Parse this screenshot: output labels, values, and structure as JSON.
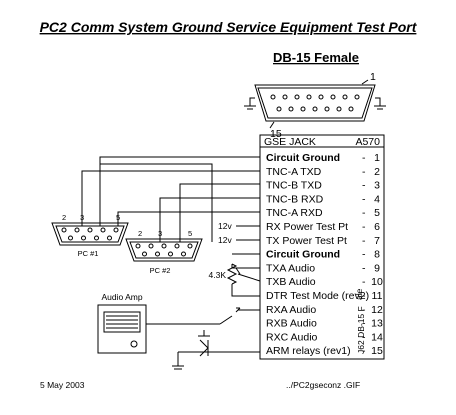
{
  "title": "PC2 Comm System Ground Service Equipment Test Port",
  "connector": {
    "label": "DB-15 Female",
    "pin_first": "1",
    "pin_last": "15"
  },
  "jack": {
    "name": "GSE JACK",
    "ref": "A570",
    "vertical_label": "J62 DB-15 F",
    "side_label": "ale",
    "pins": [
      {
        "label": "Circuit Ground",
        "num": "1",
        "bold": true
      },
      {
        "label": "TNC-A TXD",
        "num": "2",
        "bold": false
      },
      {
        "label": "TNC-B TXD",
        "num": "3",
        "bold": false
      },
      {
        "label": "TNC-B RXD",
        "num": "4",
        "bold": false
      },
      {
        "label": "TNC-A RXD",
        "num": "5",
        "bold": false
      },
      {
        "label": "RX Power Test Pt",
        "num": "6",
        "bold": false
      },
      {
        "label": "TX Power Test Pt",
        "num": "7",
        "bold": false
      },
      {
        "label": "Circuit Ground",
        "num": "8",
        "bold": true
      },
      {
        "label": "TXA Audio",
        "num": "9",
        "bold": false
      },
      {
        "label": "TXB Audio",
        "num": "10",
        "bold": false
      },
      {
        "label": "DTR Test Mode (rev2)",
        "num": "11",
        "bold": false
      },
      {
        "label": "RXA Audio",
        "num": "12",
        "bold": false
      },
      {
        "label": "RXB Audio",
        "num": "13",
        "bold": false
      },
      {
        "label": "RXC Audio",
        "num": "14",
        "bold": false
      },
      {
        "label": "ARM relays (rev1)",
        "num": "15",
        "bold": false
      }
    ]
  },
  "pc1": {
    "label": "PC #1",
    "pins": [
      "2",
      "3",
      "5"
    ]
  },
  "pc2": {
    "label": "PC #2",
    "pins": [
      "2",
      "3",
      "5"
    ]
  },
  "voltages": {
    "rx": "12v",
    "tx": "12v"
  },
  "resistor": "4.3K",
  "audio_amp": "Audio Amp",
  "footer": {
    "date": "5 May 2003",
    "file": "../PC2gseconz .GIF"
  }
}
